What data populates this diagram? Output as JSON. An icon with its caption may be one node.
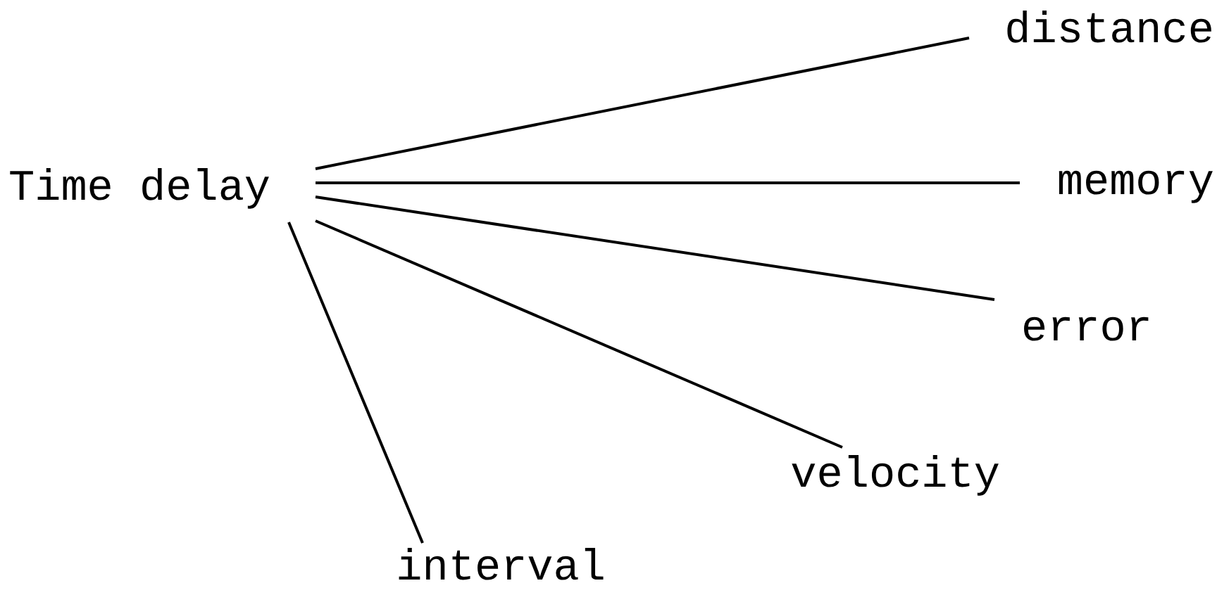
{
  "diagram": {
    "nodes": [
      {
        "text": [
          "Time delay"
        ]
      },
      {
        "text": [
          "distance"
        ]
      },
      {
        "text": [
          "memory"
        ]
      },
      {
        "text": [
          "error"
        ]
      },
      {
        "text": [
          "velocity"
        ]
      },
      {
        "text": [
          "interval"
        ]
      }
    ],
    "edges": [
      {
        "from": 0,
        "to": 1,
        "arrow": "none"
      },
      {
        "from": 0,
        "to": 2,
        "arrow": "none"
      },
      {
        "from": 0,
        "to": 3,
        "arrow": "none"
      },
      {
        "from": 0,
        "to": 4,
        "arrow": "none"
      },
      {
        "from": 0,
        "to": 5,
        "arrow": "none"
      }
    ]
  }
}
